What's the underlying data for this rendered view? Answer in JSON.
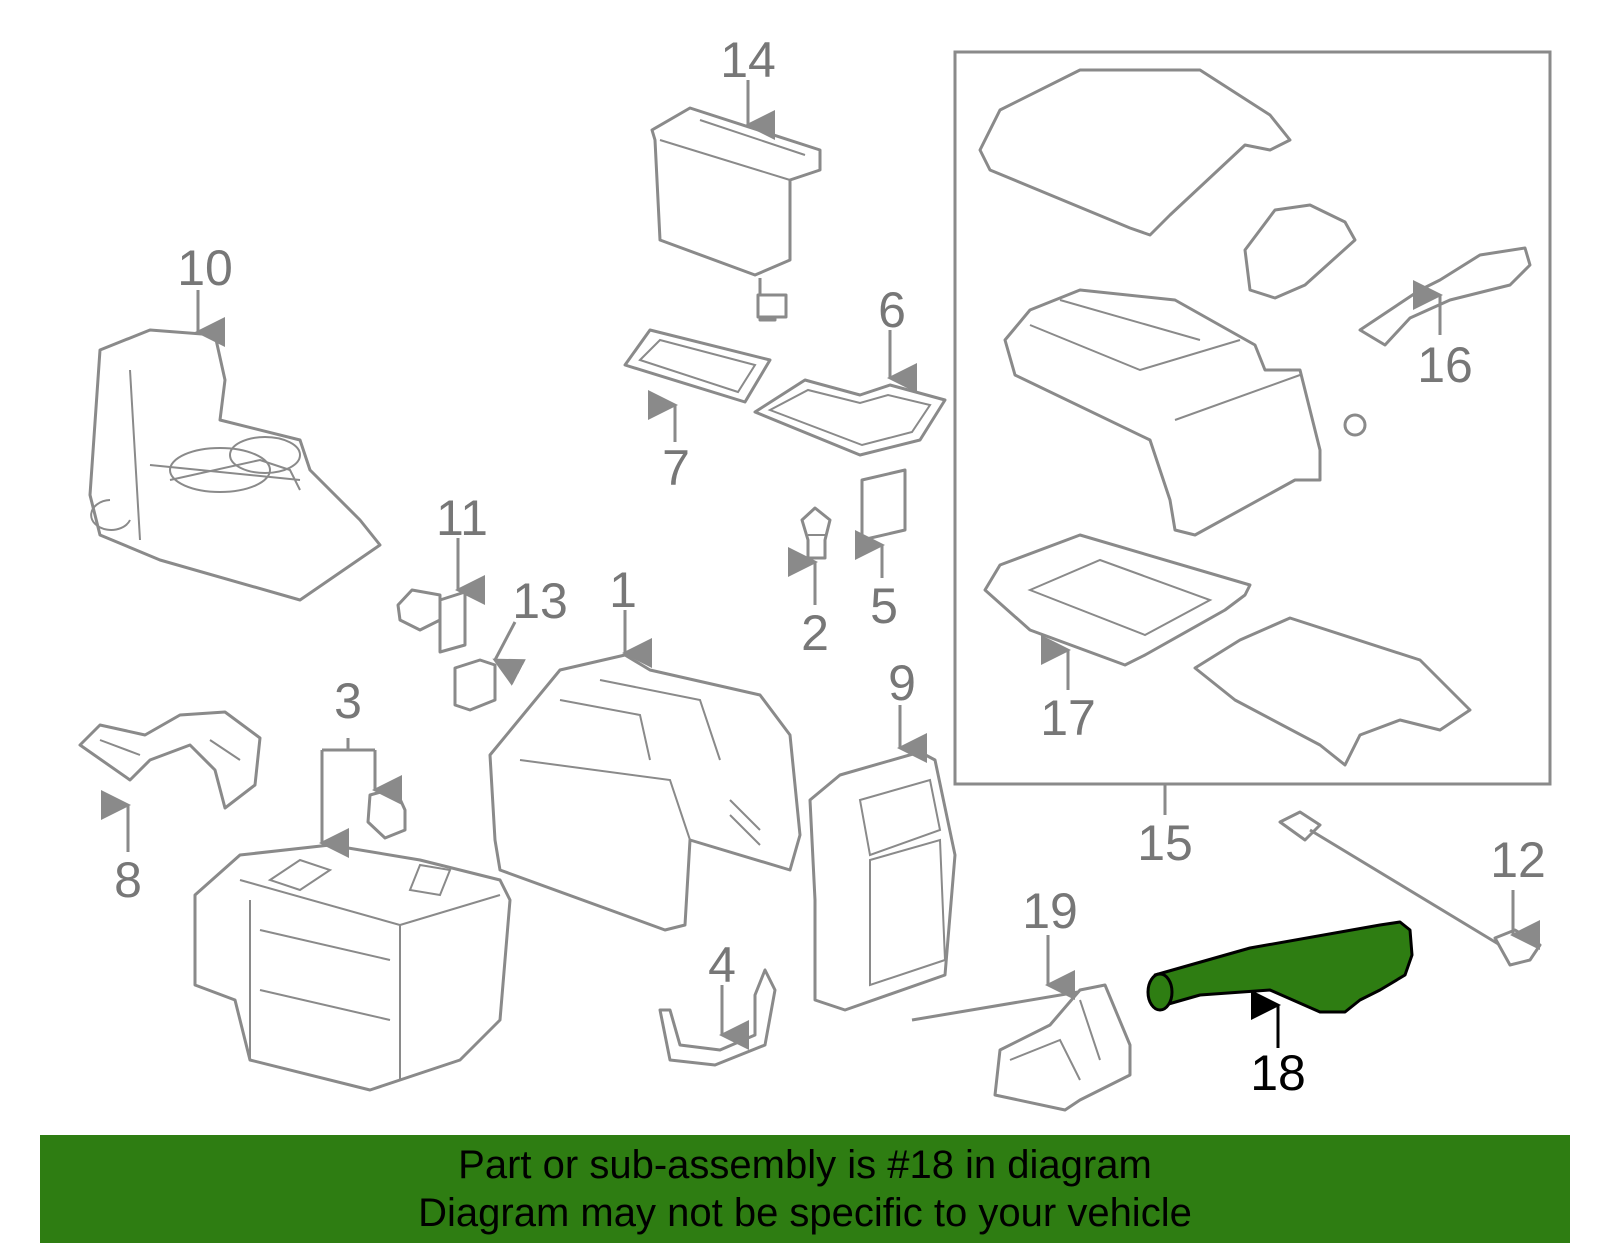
{
  "diagram": {
    "callouts": [
      "1",
      "2",
      "3",
      "4",
      "5",
      "6",
      "7",
      "8",
      "9",
      "10",
      "11",
      "12",
      "13",
      "14",
      "15",
      "16",
      "17",
      "18",
      "19"
    ],
    "highlight_part": "18",
    "colors": {
      "highlight": "#2e7d12",
      "line": "#8a8a8a",
      "label": "#777777",
      "banner": "#2e7d12"
    }
  },
  "banner": {
    "line1": "Part or sub-assembly is #18 in diagram",
    "line2": "Diagram may not be specific to your vehicle"
  }
}
